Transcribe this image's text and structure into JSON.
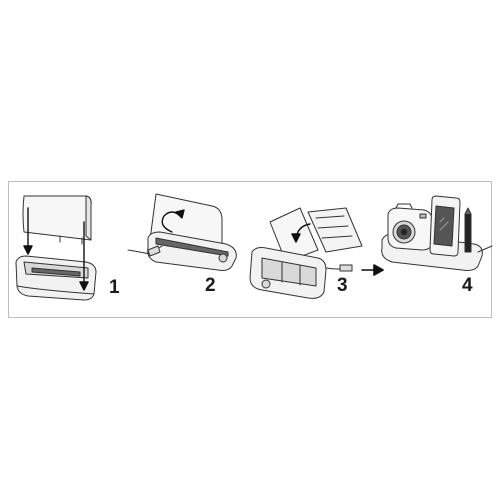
{
  "steps": [
    {
      "number": "1"
    },
    {
      "number": "2"
    },
    {
      "number": "3"
    },
    {
      "number": "4"
    }
  ],
  "colors": {
    "line": "#333333",
    "frame": "#bdbdbd",
    "fill_light": "#f2f2f2",
    "fill_mid": "#d9d9d9",
    "fill_dark": "#555555",
    "arrow": "#111111"
  },
  "icons": [
    "down-arrow-icon",
    "rotate-arrow-icon",
    "curved-arrow-icon",
    "right-arrow-icon",
    "camera-icon",
    "phone-icon",
    "stylus-icon"
  ]
}
